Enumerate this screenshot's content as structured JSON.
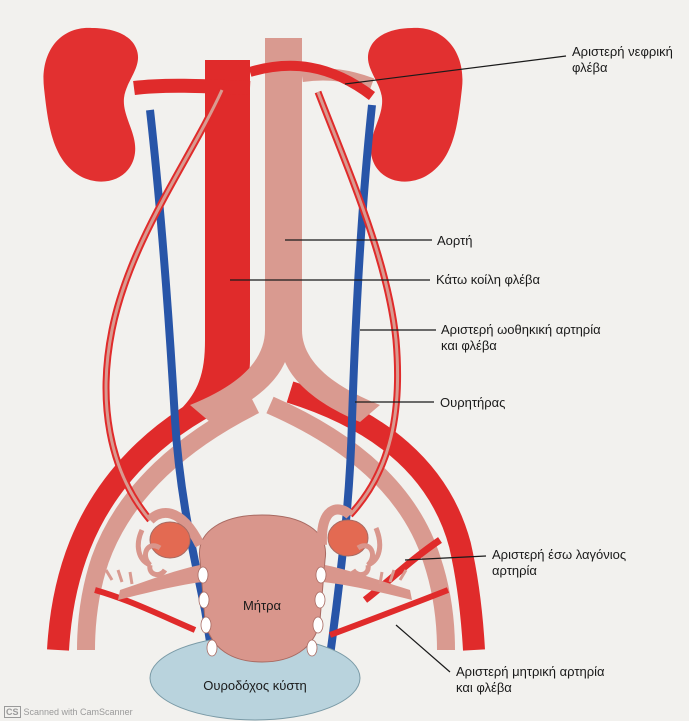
{
  "labels": {
    "left_renal_vein_line1": "Αριστερή νεφρική",
    "left_renal_vein_line2": "φλέβα",
    "aorta": "Αορτή",
    "ivc": "Κάτω κοίλη φλέβα",
    "left_gonadal_line1": "Αριστερή ωοθηκική αρτηρία",
    "left_gonadal_line2": "και φλέβα",
    "ureter": "Ουρητήρας",
    "left_internal_iliac_line1": "Αριστερή έσω λαγόνιος",
    "left_internal_iliac_line2": "αρτηρία",
    "left_uterine_line1": "Αριστερή μητρική αρτηρία",
    "left_uterine_line2": "και φλέβα",
    "uterus": "Μήτρα",
    "bladder": "Ουροδόχος κύστη"
  },
  "watermark": {
    "badge": "CS",
    "text": "Scanned with CamScanner"
  },
  "colors": {
    "artery": "#e02b2b",
    "vein": "#2855a8",
    "kidney": "#e23030",
    "aorta": "#d99a90",
    "uterus": "#d9968c",
    "bladder": "#b9d3dd",
    "ovary": "#e36a52",
    "background": "#f2f1ee"
  }
}
